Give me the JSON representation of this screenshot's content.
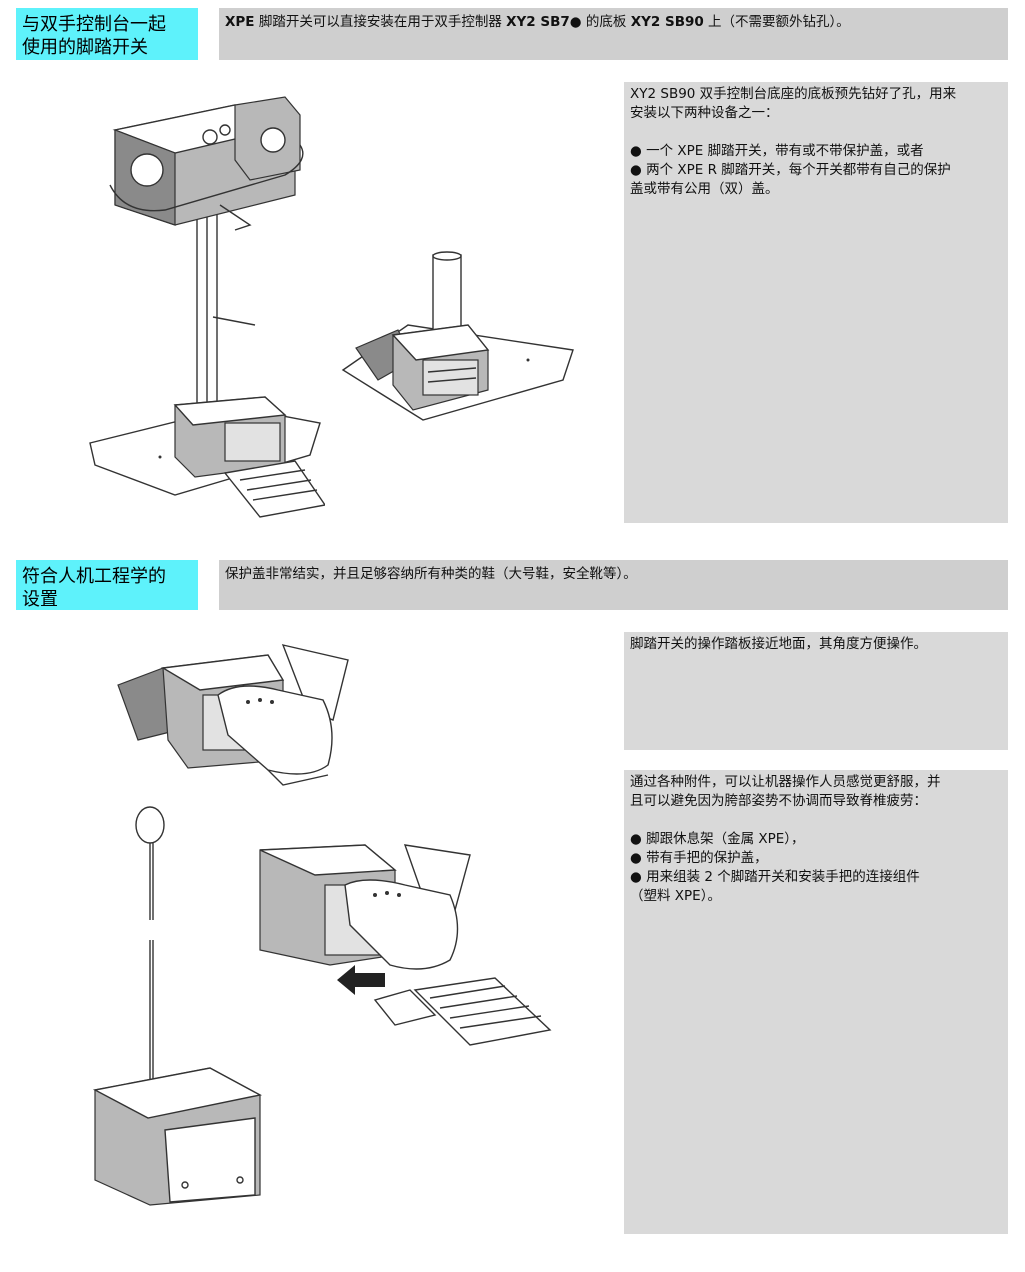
{
  "section1": {
    "tag": [
      "与双手控制台一起",
      "使用的脚踏开关"
    ],
    "bar_parts": [
      {
        "text": "XPE",
        "bold": true
      },
      {
        "text": " 脚踏开关可以直接安装在用于双手控制器 ",
        "bold": false
      },
      {
        "text": "XY2 SB7●",
        "bold": true
      },
      {
        "text": " 的底板 ",
        "bold": false
      },
      {
        "text": "XY2 SB90",
        "bold": true
      },
      {
        "text": " 上（不需要额外钻孔）。",
        "bold": false
      }
    ],
    "panel": {
      "intro": [
        "XY2 SB90 双手控制台底座的底板预先钻好了孔，用来",
        "安装以下两种设备之一："
      ],
      "bullets": [
        [
          "● 一个 XPE 脚踏开关，带有或不带保护盖，或者"
        ],
        [
          "● 两个 XPE R 脚踏开关，每个开关都带有自己的保护",
          "盖或带有公用（双）盖。"
        ]
      ]
    }
  },
  "section2": {
    "tag": [
      "符合人机工程学的",
      "设置"
    ],
    "bar_text": "保护盖非常结实，并且足够容纳所有种类的鞋（大号鞋，安全靴等）。",
    "panel1": "脚踏开关的操作踏板接近地面，其角度方便操作。",
    "panel2": {
      "intro": [
        "通过各种附件，可以让机器操作人员感觉更舒服，并",
        "且可以避免因为胯部姿势不协调而导致脊椎疲劳："
      ],
      "bullets": [
        [
          "● 脚跟休息架（金属 XPE），"
        ],
        [
          "● 带有手把的保护盖，"
        ],
        [
          "● 用来组装 2 个脚踏开关和安装手把的连接组件",
          "（塑料 XPE）。"
        ]
      ]
    }
  }
}
